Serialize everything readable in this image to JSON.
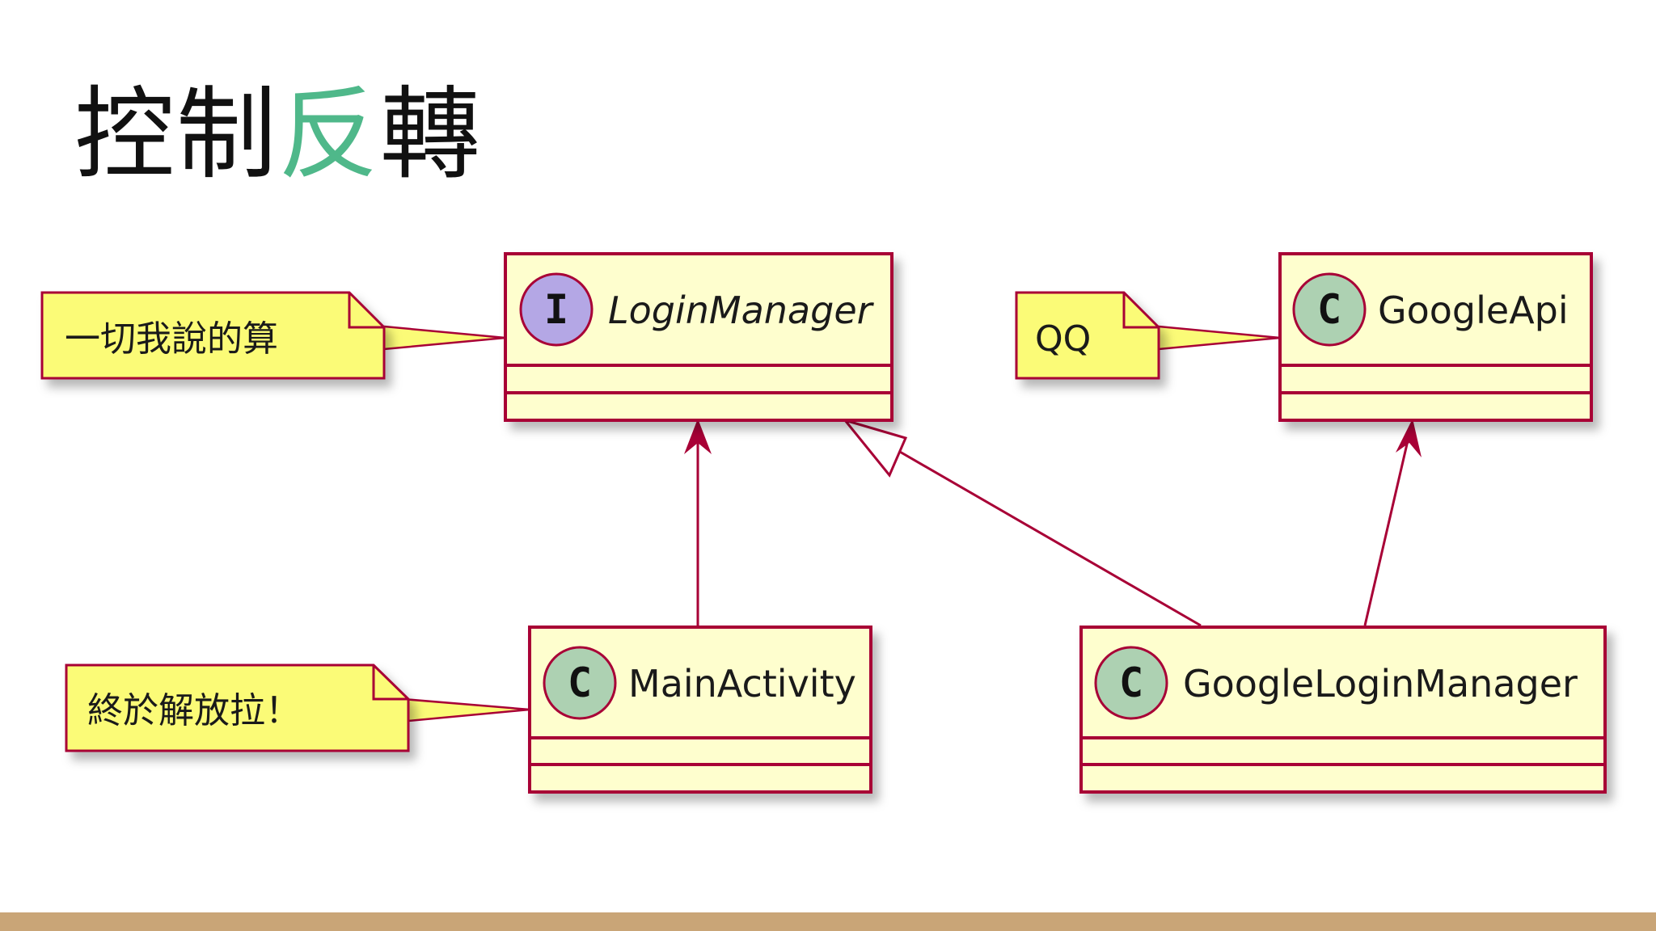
{
  "title": {
    "part1": "控制",
    "accent": "反",
    "part2": "轉"
  },
  "colors": {
    "title_accent": "#4fb88a",
    "class_fill": "#fefece",
    "class_border": "#a80036",
    "interface_circle": "#b4a7e5",
    "class_circle": "#add1b2",
    "note_fill": "#fbfb77",
    "footer": "#c9a577"
  },
  "diagram": {
    "classes": {
      "login_manager": {
        "name": "LoginManager",
        "stereotype": "I",
        "kind": "interface"
      },
      "google_api": {
        "name": "GoogleApi",
        "stereotype": "C",
        "kind": "class"
      },
      "main_activity": {
        "name": "MainActivity",
        "stereotype": "C",
        "kind": "class"
      },
      "google_login_manager": {
        "name": "GoogleLoginManager",
        "stereotype": "C",
        "kind": "class"
      }
    },
    "notes": {
      "login_manager_note": "一切我說的算",
      "google_api_note": "QQ",
      "main_activity_note": "終於解放拉！"
    },
    "relations": [
      {
        "from": "MainActivity",
        "to": "LoginManager",
        "type": "association"
      },
      {
        "from": "GoogleLoginManager",
        "to": "LoginManager",
        "type": "realization"
      },
      {
        "from": "GoogleLoginManager",
        "to": "GoogleApi",
        "type": "association"
      }
    ]
  }
}
